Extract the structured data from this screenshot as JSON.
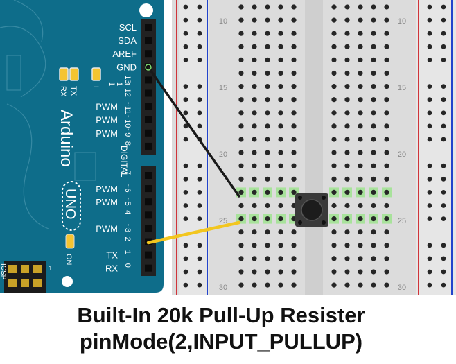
{
  "arduino": {
    "brand": "Arduino",
    "model": "UNO",
    "section_label": "DIGITAL",
    "on_label": "ON",
    "icsp_label": "ICSP",
    "icsp_pin1": "1",
    "board_color": "#0e6d8a",
    "led_labels": [
      "RX",
      "TX",
      "L"
    ],
    "led_numbers": [
      "1",
      "1",
      "1"
    ],
    "top_header": [
      {
        "label": "SCL",
        "number": ""
      },
      {
        "label": "SDA",
        "number": ""
      },
      {
        "label": "AREF",
        "number": ""
      },
      {
        "label": "GND",
        "number": ""
      },
      {
        "label": "",
        "number": "13"
      },
      {
        "label": "",
        "number": "12"
      },
      {
        "label": "PWM",
        "number": "~11"
      },
      {
        "label": "PWM",
        "number": "~10"
      },
      {
        "label": "PWM",
        "number": "~9"
      },
      {
        "label": "",
        "number": "8"
      }
    ],
    "bottom_header": [
      {
        "label": "",
        "number": "7"
      },
      {
        "label": "PWM",
        "number": "~6"
      },
      {
        "label": "PWM",
        "number": "~5"
      },
      {
        "label": "",
        "number": "4"
      },
      {
        "label": "PWM",
        "number": "~3"
      },
      {
        "label": "",
        "number": "2"
      },
      {
        "label": "TX",
        "number": "1"
      },
      {
        "label": "RX",
        "number": "0"
      }
    ]
  },
  "breadboard": {
    "row_numbers": [
      "10",
      "15",
      "20",
      "25",
      "30"
    ],
    "rail_red": "#d0343a",
    "rail_blue": "#2244cc"
  },
  "wires": [
    {
      "name": "gnd-wire",
      "color": "#1a1a1a"
    },
    {
      "name": "pin2-wire",
      "color": "#f2c61f"
    }
  ],
  "caption": {
    "line1": "Built-In 20k Pull-Up Resister",
    "line2": "pinMode(2,INPUT_PULLUP)"
  }
}
